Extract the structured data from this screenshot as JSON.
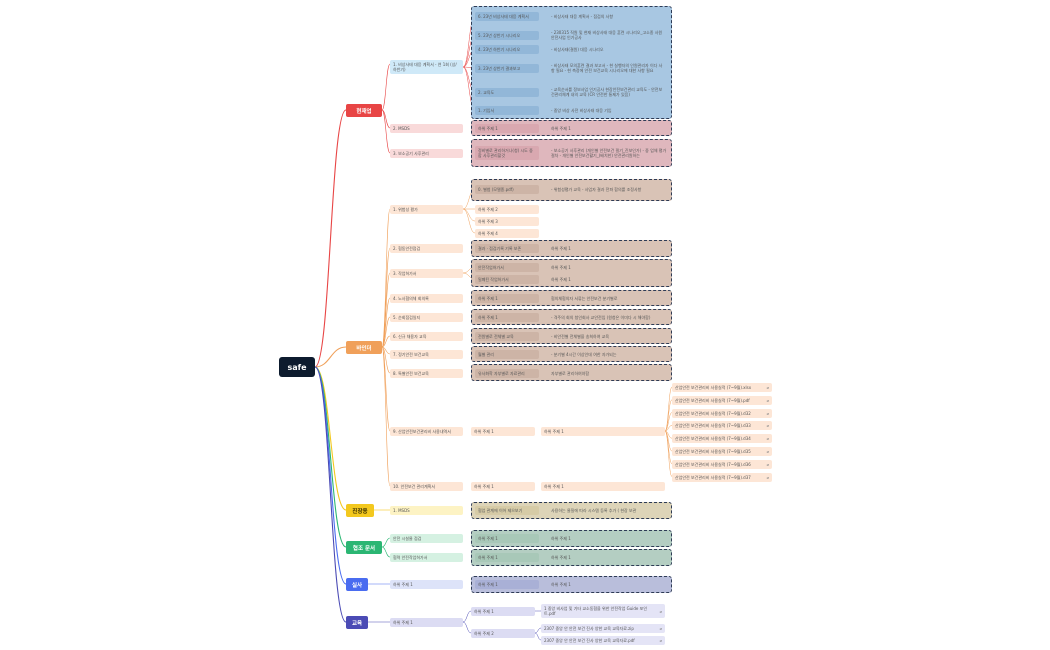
{
  "root": {
    "label": "safe"
  },
  "categories": [
    {
      "label": "현재업",
      "color": "#e84545"
    },
    {
      "label": "바인더",
      "color": "#f0a05a"
    },
    {
      "label": "진장용",
      "color": "#f3c81e"
    },
    {
      "label": "협조 문서",
      "color": "#2bb673"
    },
    {
      "label": "실사",
      "color": "#4a6cf0"
    },
    {
      "label": "교육",
      "color": "#4b4bb5"
    }
  ],
  "hyeonjaeup": {
    "b1": "1. 비상사태 대응 계획서\n- 연 1회 (상/하반기)",
    "b1_children": [
      {
        "label": "6. 23년 비상사태 대응 계획서",
        "note": "- 비상사태 대응 계획서\n- 점검의 사항"
      },
      {
        "label": "5. 23년 상반기 시나리오",
        "note": "- 230315 직원 및 현재 비상사태 대응 훈련 시나리오_고소종\n사원 안전사업 인기공사"
      },
      {
        "label": "4. 23년 하반기 시나리오",
        "note": "- 비상사태(결원) 대응 시나리오"
      },
      {
        "label": "3. 23년 상반기 결과보고",
        "note": "- 비상사태 모의훈련 결과 보고서\n- 현 실행자의 인원관리자 이다 사항 필요\n- 현 측정에 안전 보건교육 시나리오에 대한 사항 필요"
      },
      {
        "label": "2. 교육도",
        "note": "- 교육순서를 정보사업 인기공사 현장안전보건관리 교육도\n- 안전보건관리체계 내의 교육\n(CR 안전한 통제가 있음)"
      },
      {
        "label": "1. 기입서",
        "note": "- 중앙 비상 사전 비상사태 대응 기입"
      }
    ],
    "b2": "2. MSDS",
    "b2_children": [
      {
        "label": "하위 주제 1",
        "note": "하위 주제 1"
      }
    ],
    "b3": "3. 보소공기 사후관리",
    "b3_children": [
      {
        "label": "정비별로 관리하거나(청)\n시도 중합 사후관리할것",
        "note": "- 보소공기 사후관리 (개인별 안전보건 필기_진보인가)\n- 중 업체 평가 절차\n- 개인별 안전보건활기_(배치한) 안전관리원하는"
      }
    ]
  },
  "binder": {
    "items": [
      {
        "label": "1. 위험성 평가",
        "children": [
          {
            "label": "0. 별첨 (모델종.pdf)",
            "note": "- 위험성평가 교육\n- 사업자 결과 전파 합의를 조정사항"
          },
          {
            "label": "하위 주제 2"
          },
          {
            "label": "하위 주제 3"
          },
          {
            "label": "하위 주제 4"
          }
        ]
      },
      {
        "label": "2. 협동안전점검",
        "children": [
          {
            "label": "결과 · 점검기록 기록 보존",
            "note": "하위 주제 1"
          }
        ]
      },
      {
        "label": "3. 작업허가서",
        "children": [
          {
            "label": "안전작업허가서",
            "note": "하위 주제 1"
          },
          {
            "label": "밀폐된 작업허가서",
            "note": "하위 주제 1"
          }
        ]
      },
      {
        "label": "4. 노사협의체 회의록",
        "children": [
          {
            "label": "하위 주제 1",
            "note": "협의체협의자 서류는 안전보건 분기별로"
          }
        ]
      },
      {
        "label": "5. 순회점검일지",
        "children": [
          {
            "label": "하위 주제 1",
            "note": "- 격주의 회의 청인회사 교안전임 (원청은 이미다 시 해야함)"
          }
        ]
      },
      {
        "label": "6. 신규 채용자 교육",
        "children": [
          {
            "label": "전원별로 전체별 교육",
            "note": "- 비안전별 전체별을 송희하여 교육"
          }
        ]
      },
      {
        "label": "7. 정기안전 보건교육",
        "children": [
          {
            "label": "월별 관리",
            "note": "- 분기별 4시간 이상인데 여한 자가되는"
          }
        ]
      },
      {
        "label": "8. 특별안전 보건교육",
        "children": [
          {
            "label": "유사화학 자부별로 자료관리",
            "note": "자부별로 관리하여야함"
          }
        ]
      },
      {
        "label": "9. 산업안전보건관리비 사용내역서",
        "child": "하위 주제 1",
        "grand": "하위 주제 1",
        "files": [
          "산업안전 보건관리비 사용실적 (7~9월).xlsx",
          "산업안전 보건관리비 사용실적 (7~9월).pdf",
          "산업안전 보건관리비 사용실적 (7~9월).d32",
          "산업안전 보건관리비 사용실적 (7~9월).d33",
          "산업안전 보건관리비 사용실적 (7~9월).d34",
          "산업안전 보건관리비 사용실적 (7~9월).d35",
          "산업안전 보건관리비 사용실적 (7~9월).d36",
          "산업안전 보건관리비 사용실적 (7~9월).d37"
        ]
      },
      {
        "label": "10. 안전보건 관리계획서",
        "child": "하위 주제 1",
        "grand": "하위 주제 1"
      }
    ]
  },
  "jinjangyong": {
    "item": "1. MSDS",
    "child": "협업 관계에 이어 제으보기",
    "note": "사용하는 물질에 따라 시스템 등록 추가 ( 현장 보관"
  },
  "hyeopjo": {
    "items": [
      {
        "label": "안전 시설물 점검",
        "child": "하위 주제 1",
        "note": "하위 주제 1"
      },
      {
        "label": "협력 안전작업허가서",
        "child": "하위 주제 1",
        "note": "하위 주제 1"
      }
    ]
  },
  "silsa": {
    "item": "하위 주제 1",
    "child": "하위 주제 1",
    "note": "하위 주제 1"
  },
  "gyoyuk": {
    "item": "하위 주제 1",
    "children": [
      {
        "label": "하위 주제 1",
        "files": [
          "1 중앙 비사업 및 기타 교소동협을 위한 안전작업 Guide 포인트.pdf"
        ]
      },
      {
        "label": "하위 주제 2",
        "files": [
          "2307 중앙 안 안전 보건 진사 양한 교육 교육자료.zip",
          "2307 중앙 안 안전 보건 진사 양한 교육 교육자료.pdf"
        ]
      }
    ]
  },
  "icons": {
    "attachment": "paperclip-icon"
  }
}
